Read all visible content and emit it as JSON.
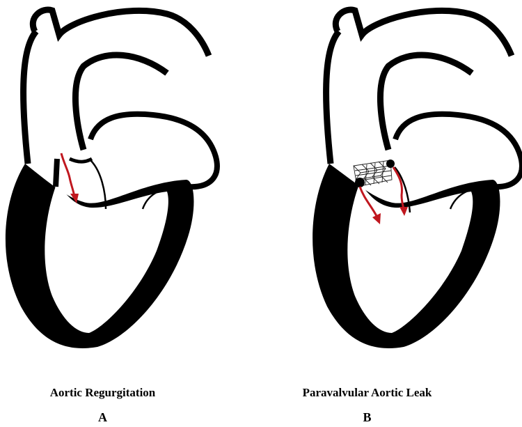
{
  "colors": {
    "outline": "#000000",
    "flow_arrow": "#c0171f",
    "background": "#ffffff"
  },
  "panels": [
    {
      "title": "Aortic Regurgitation",
      "letter": "A",
      "jet_count": 1,
      "has_prosthetic_valve": false
    },
    {
      "title": "Paravalvular Aortic Leak",
      "letter": "B",
      "jet_count": 2,
      "has_prosthetic_valve": true
    }
  ]
}
